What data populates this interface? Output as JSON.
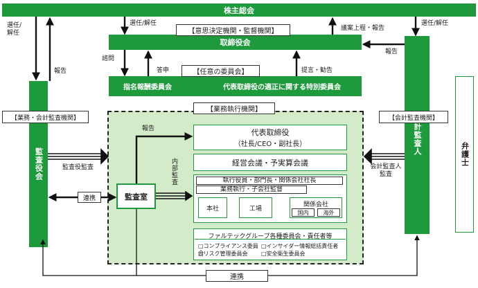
{
  "shareholders": "株主総会",
  "board": {
    "tag": "【意思決定機関・監督機関】",
    "title": "取締役会"
  },
  "committees": {
    "tag": "【任意の委員会】",
    "nomination": "指名報酬委員会",
    "special": "代表取締役の適正に関する特別委員会"
  },
  "audit_board": {
    "name": "監査役会",
    "tag": "【業務・会計監査機関】"
  },
  "accounting_auditor": {
    "name": "会計監査人",
    "tag": "【会計監査機関】"
  },
  "lawyer": "弁護士",
  "execution": {
    "tag": "【業務執行機関】",
    "ceo_line1": "代表取締役",
    "ceo_line2": "（社長/CEO・副社長）",
    "management": "経営会議・予実算会議",
    "officers": "執行役員・部門長・関係会社社長",
    "exec_audit": "業務執行・子会社監督",
    "head_office": "本社",
    "factory": "工場",
    "affiliates": "関係会社",
    "domestic": "国内",
    "overseas": "海外",
    "committees_title": "ファルテックグループ各種委員会・責任者等",
    "comp1": "□コンプライアンス委員会",
    "comp2": "□インサイダー情報総括責任者",
    "comp3": "□リスク管理委員会",
    "comp4": "□安全衛生委員会"
  },
  "internal_audit": "監査室",
  "labels": {
    "elect_left": "選任/\n解任",
    "elect_board": "選任/解任",
    "elect_right": "選任/解任",
    "report_left": "報告",
    "proposal": "議案上程・報告",
    "report_right": "報告",
    "consult": "諮問",
    "answer": "答申",
    "recommend": "提言・勧告",
    "auditor_audit": "監査役監査",
    "cooperation_mid": "連携",
    "cooperation_bottom": "連携",
    "report_internal": "報告",
    "internal_audit_label": "内部監査",
    "accounting_audit": "会計監査人\n監査"
  },
  "colors": {
    "green": "#1e9a3c",
    "light_green": "#d3ebc9"
  }
}
